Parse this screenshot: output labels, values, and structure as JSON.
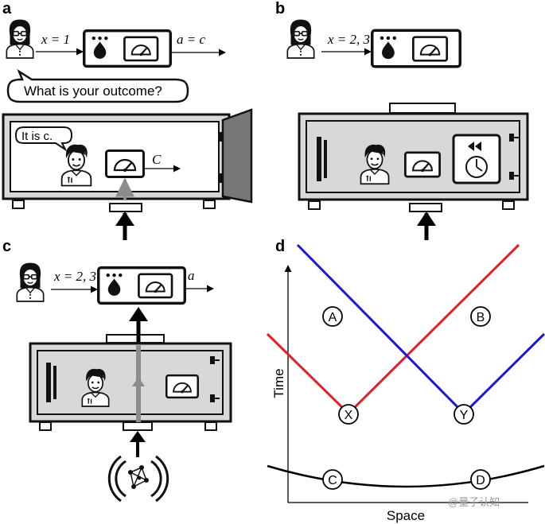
{
  "panels": {
    "a": {
      "label": "a",
      "input": "x = 1",
      "output": "a = c",
      "question": "What is your outcome?",
      "reply": "It is c.",
      "inner_output": "C"
    },
    "b": {
      "label": "b",
      "input": "x = 2, 3"
    },
    "c": {
      "label": "c",
      "input": "x = 2, 3",
      "output": "a"
    },
    "d": {
      "label": "d",
      "ylabel": "Time",
      "xlabel": "Space",
      "nodes": [
        "A",
        "B",
        "X",
        "Y",
        "C",
        "D"
      ]
    }
  },
  "colors": {
    "red": "#e0202a",
    "blue": "#1a1ad0",
    "box_fill": "#d8d8d8",
    "door": "#777777",
    "arrow_gray": "#8c8c8c"
  },
  "icons": [
    "person-woman-icon",
    "person-man-icon",
    "meter-icon",
    "rewind-icon",
    "clock-icon",
    "network-source-icon"
  ],
  "watermark": "@量子认知"
}
